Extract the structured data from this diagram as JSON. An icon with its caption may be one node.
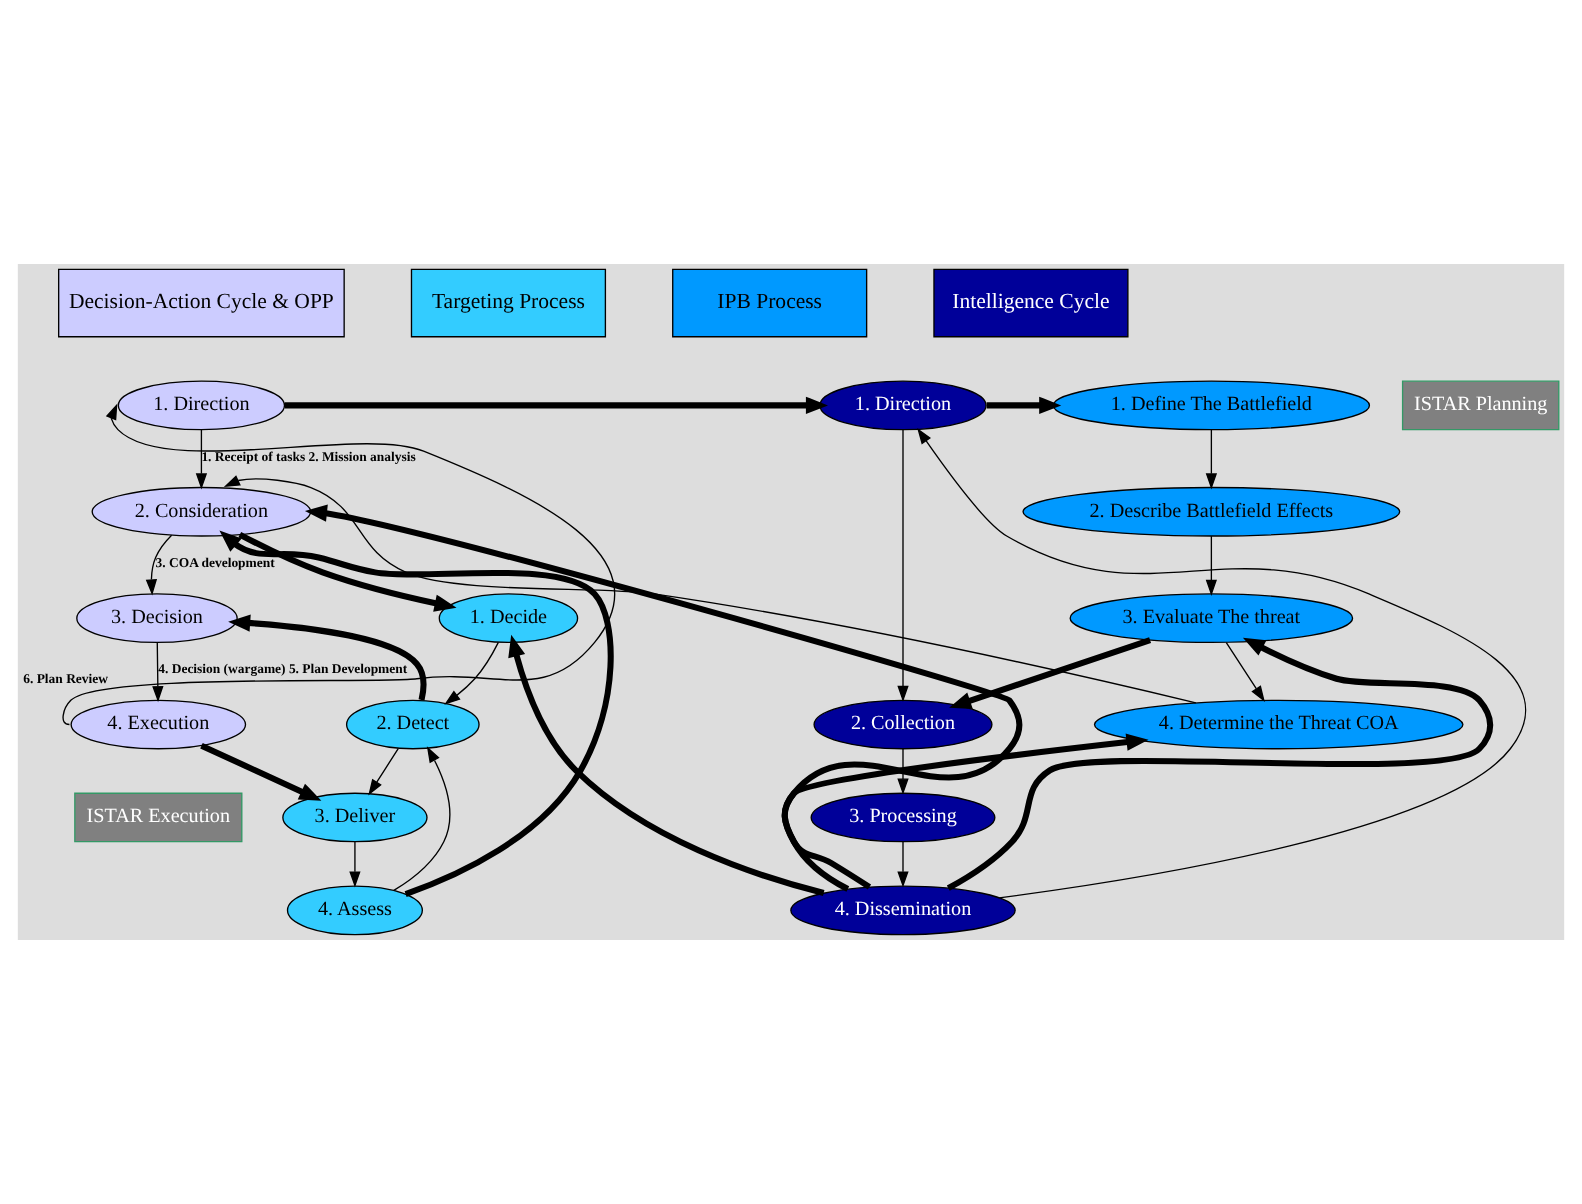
{
  "diagram": {
    "nodes": [
      {
        "text": [
          "1. Direction"
        ]
      },
      {
        "text": [
          "2. Consideration"
        ]
      },
      {
        "text": [
          "3. Decision"
        ]
      },
      {
        "text": [
          "4. Execution"
        ]
      },
      {
        "text": [
          "1. Decide"
        ]
      },
      {
        "text": [
          "2. Detect"
        ]
      },
      {
        "text": [
          "3. Deliver"
        ]
      },
      {
        "text": [
          "4. Assess"
        ]
      },
      {
        "text": [
          "1. Define The Battlefield"
        ]
      },
      {
        "text": [
          "2. Describe Battlefield Effects"
        ]
      },
      {
        "text": [
          "3. Evaluate The threat"
        ]
      },
      {
        "text": [
          "4. Determine the Threat COA"
        ]
      },
      {
        "text": [
          "1. Direction"
        ]
      },
      {
        "text": [
          "2. Collection"
        ]
      },
      {
        "text": [
          "3. Processing"
        ]
      },
      {
        "text": [
          "4. Dissemination"
        ]
      }
    ],
    "edges": [
      {
        "from": 0,
        "to": 1,
        "arrow": "to",
        "label": "1. Receipt of tasks 2. Mission analysis"
      },
      {
        "from": 1,
        "to": 2,
        "arrow": "to",
        "label": "3. COA development"
      },
      {
        "from": 2,
        "to": 3,
        "arrow": "to",
        "label": "4. Decision (wargame) 5. Plan Development"
      },
      {
        "from": 3,
        "to": 0,
        "arrow": "to",
        "label": "6. Plan Review"
      },
      {
        "from": 0,
        "to": 12,
        "arrow": "to",
        "style": "thick"
      },
      {
        "from": 1,
        "to": 4,
        "arrow": "to",
        "style": "thick"
      },
      {
        "from": 4,
        "to": 5,
        "arrow": "to"
      },
      {
        "from": 5,
        "to": 6,
        "arrow": "to"
      },
      {
        "from": 6,
        "to": 7,
        "arrow": "to"
      },
      {
        "from": 7,
        "to": 5,
        "arrow": "to"
      },
      {
        "from": 5,
        "to": 2,
        "arrow": "to",
        "style": "thick"
      },
      {
        "from": 3,
        "to": 6,
        "arrow": "to",
        "style": "thick"
      },
      {
        "from": 7,
        "to": 1,
        "arrow": "to",
        "style": "thick"
      },
      {
        "from": 12,
        "to": 8,
        "arrow": "to",
        "style": "thick"
      },
      {
        "from": 8,
        "to": 9,
        "arrow": "to"
      },
      {
        "from": 9,
        "to": 10,
        "arrow": "to"
      },
      {
        "from": 10,
        "to": 11,
        "arrow": "to"
      },
      {
        "from": 11,
        "to": 1,
        "arrow": "to"
      },
      {
        "from": 10,
        "to": 13,
        "arrow": "to",
        "style": "thick"
      },
      {
        "from": 12,
        "to": 13,
        "arrow": "to"
      },
      {
        "from": 13,
        "to": 14,
        "arrow": "to"
      },
      {
        "from": 14,
        "to": 15,
        "arrow": "to"
      },
      {
        "from": 15,
        "to": 12,
        "arrow": "to"
      },
      {
        "from": 15,
        "to": 11,
        "arrow": "to",
        "style": "thick"
      },
      {
        "from": 15,
        "to": 10,
        "arrow": "to",
        "style": "thick"
      },
      {
        "from": 15,
        "to": 4,
        "arrow": "to",
        "style": "thick"
      },
      {
        "from": 15,
        "to": 1,
        "arrow": "to",
        "style": "thick"
      }
    ],
    "labels": [
      "ISTAR Planning",
      "ISTAR Execution"
    ],
    "legend": [
      {
        "text": "Decision-Action Cycle & OPP",
        "color": "#ccccff"
      },
      {
        "text": "Targeting Process",
        "color": "#33ccff"
      },
      {
        "text": "IPB Process",
        "color": "#0099ff"
      },
      {
        "text": "Intelligence Cycle",
        "color": "#000099"
      }
    ]
  }
}
